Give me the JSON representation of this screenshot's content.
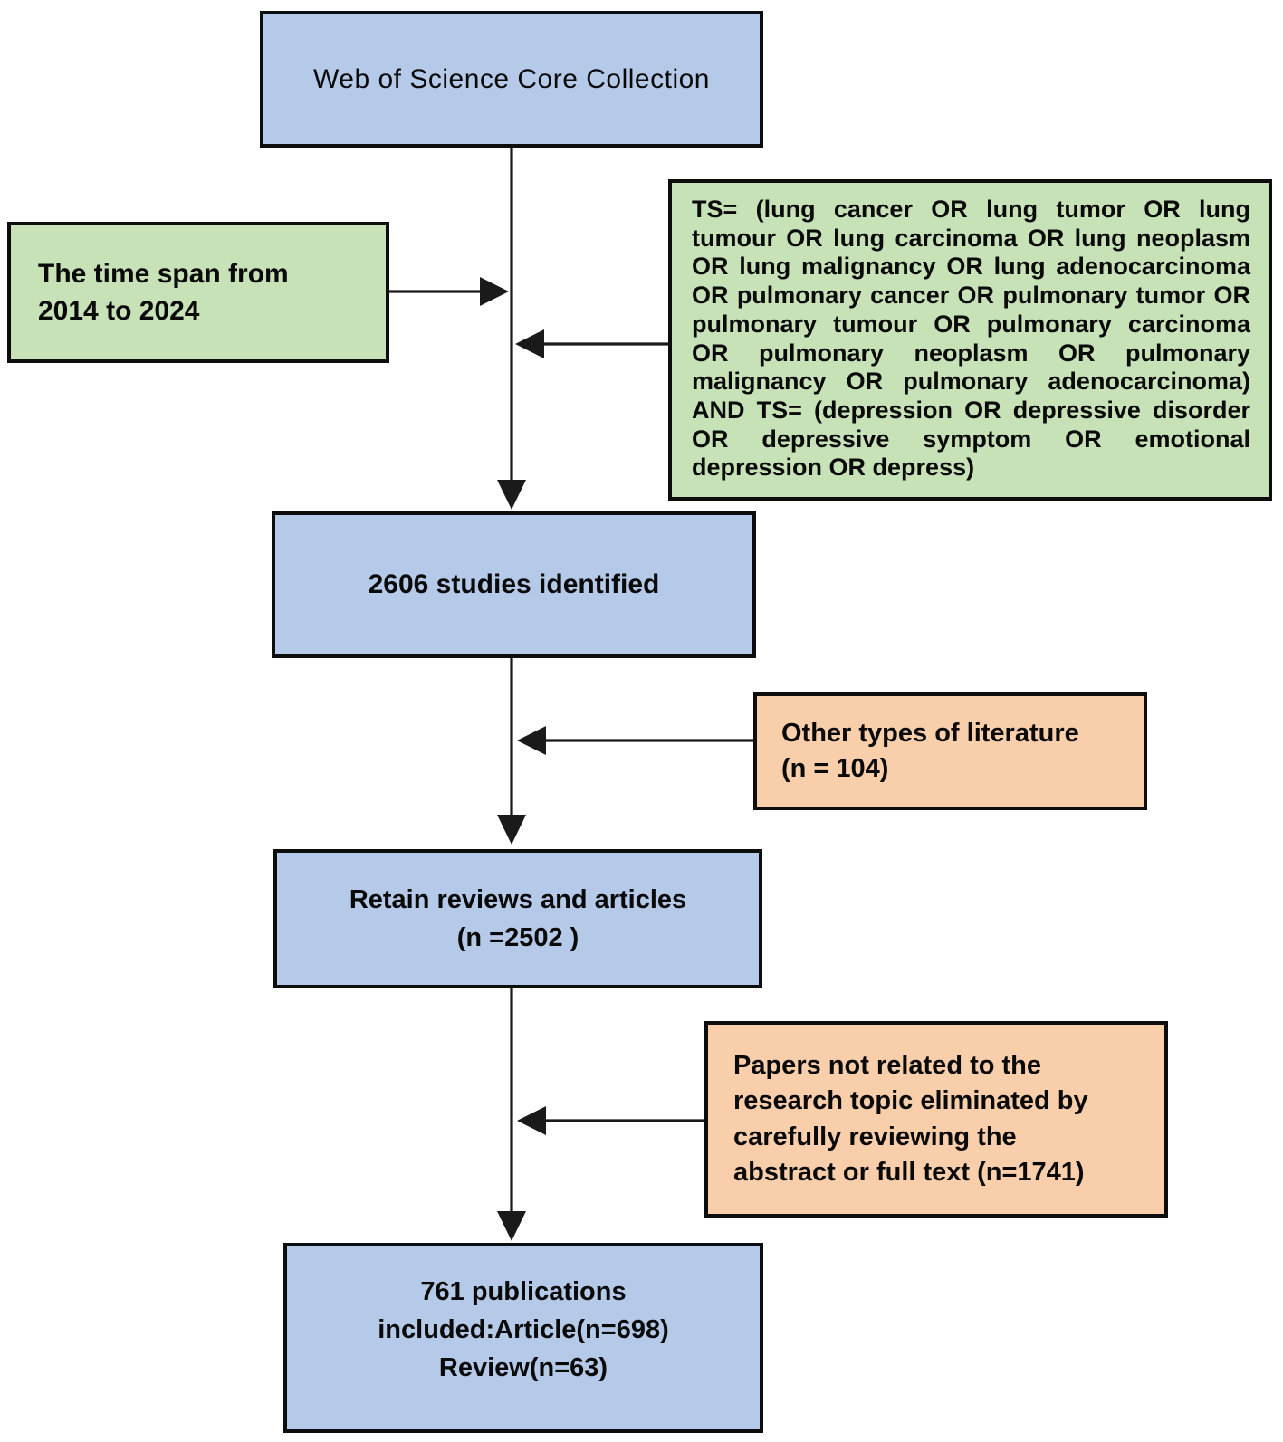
{
  "colors": {
    "blue": "#b5c9e8",
    "green": "#c8e2b8",
    "orange": "#f9cfab",
    "line": "#1a1a1a"
  },
  "nodes": {
    "source": {
      "label": "Web of Science Core Collection"
    },
    "timespan": {
      "label": "The time span from\n2014 to 2024"
    },
    "query": {
      "label": "TS= (lung cancer OR lung tumor OR lung tumour OR lung carcinoma OR lung neoplasm OR lung malignancy OR lung adenocarcinoma OR pulmonary cancer OR pulmonary tumor OR pulmonary tumour OR pulmonary carcinoma OR pulmonary neoplasm OR pulmonary malignancy OR pulmonary adenocarcinoma) AND TS= (depression OR depressive disorder OR depressive symptom OR emotional depression OR depress)"
    },
    "identified": {
      "label": "2606 studies identified"
    },
    "excluded_other": {
      "label": "Other types of literature\n(n = 104)"
    },
    "retained": {
      "label": "Retain reviews and articles\n(n =2502 )"
    },
    "excluded_unrelated": {
      "label": "Papers not related to the\nresearch topic eliminated by\ncarefully reviewing the\nabstract or full text (n=1741)"
    },
    "included": {
      "label": "761 publications\nincluded:Article(n=698)\nReview(n=63)"
    }
  }
}
